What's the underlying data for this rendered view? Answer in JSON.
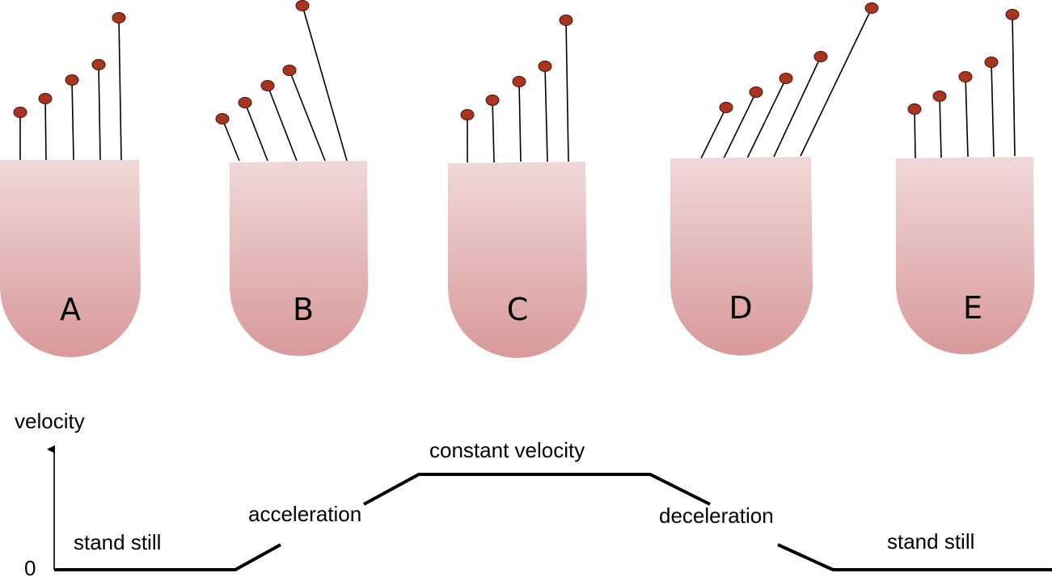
{
  "panels": [
    {
      "label": "A"
    },
    {
      "label": "B"
    },
    {
      "label": "C"
    },
    {
      "label": "D"
    },
    {
      "label": "E"
    }
  ],
  "graph": {
    "y_axis_label": "velocity",
    "origin_label": "0",
    "phases": {
      "stand_still_left": "stand still",
      "acceleration": "acceleration",
      "constant_velocity": "constant velocity",
      "deceleration": "deceleration",
      "stand_still_right": "stand still"
    }
  },
  "colors": {
    "cell_top": "#f0d8d8",
    "cell_bottom": "#d9999a",
    "cilium_tip": "#a8351f",
    "cilium_tip_stroke": "#4a1208",
    "line": "#000000"
  }
}
